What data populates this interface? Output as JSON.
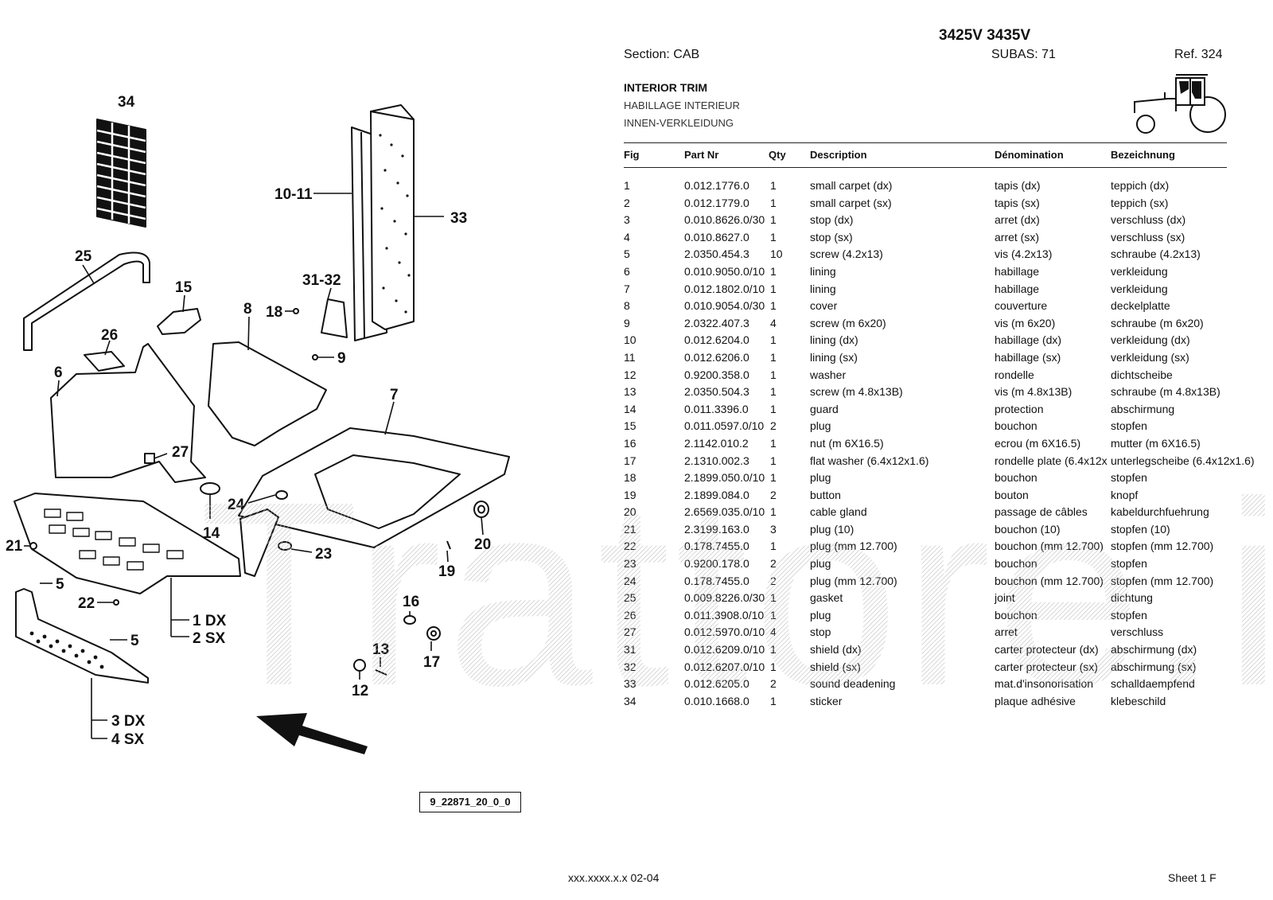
{
  "header": {
    "model": "3425V 3435V",
    "section": "Section: CAB",
    "subas": "SUBAS: 71",
    "ref": "Ref. 324"
  },
  "title": {
    "en": "INTERIOR TRIM",
    "fr": "HABILLAGE INTERIEUR",
    "de": "INNEN-VERKLEIDUNG"
  },
  "table": {
    "columns": [
      "Fig",
      "Part Nr",
      "Qty",
      "Description",
      "Dénomination",
      "Bezeichnung"
    ],
    "rows": [
      [
        "1",
        "0.012.1776.0",
        "1",
        "small carpet (dx)",
        "tapis (dx)",
        "teppich (dx)"
      ],
      [
        "2",
        "0.012.1779.0",
        "1",
        "small carpet (sx)",
        "tapis (sx)",
        "teppich (sx)"
      ],
      [
        "3",
        "0.010.8626.0/30",
        "1",
        "stop (dx)",
        "arret (dx)",
        "verschluss (dx)"
      ],
      [
        "4",
        "0.010.8627.0",
        "1",
        "stop (sx)",
        "arret (sx)",
        "verschluss (sx)"
      ],
      [
        "5",
        "2.0350.454.3",
        "10",
        "screw (4.2x13)",
        "vis (4.2x13)",
        "schraube (4.2x13)"
      ],
      [
        "6",
        "0.010.9050.0/10",
        "1",
        "lining",
        "habillage",
        "verkleidung"
      ],
      [
        "7",
        "0.012.1802.0/10",
        "1",
        "lining",
        "habillage",
        "verkleidung"
      ],
      [
        "8",
        "0.010.9054.0/30",
        "1",
        "cover",
        "couverture",
        "deckelplatte"
      ],
      [
        "9",
        "2.0322.407.3",
        "4",
        "screw (m 6x20)",
        "vis (m 6x20)",
        "schraube (m 6x20)"
      ],
      [
        "10",
        "0.012.6204.0",
        "1",
        "lining (dx)",
        "habillage (dx)",
        "verkleidung (dx)"
      ],
      [
        "11",
        "0.012.6206.0",
        "1",
        "lining (sx)",
        "habillage (sx)",
        "verkleidung (sx)"
      ],
      [
        "12",
        "0.9200.358.0",
        "1",
        "washer",
        "rondelle",
        "dichtscheibe"
      ],
      [
        "13",
        "2.0350.504.3",
        "1",
        "screw (m 4.8x13B)",
        "vis (m 4.8x13B)",
        "schraube (m 4.8x13B)"
      ],
      [
        "14",
        "0.011.3396.0",
        "1",
        "guard",
        "protection",
        "abschirmung"
      ],
      [
        "15",
        "0.011.0597.0/10",
        "2",
        "plug",
        "bouchon",
        "stopfen"
      ],
      [
        "16",
        "2.1142.010.2",
        "1",
        "nut (m 6X16.5)",
        "ecrou (m 6X16.5)",
        "mutter (m 6X16.5)"
      ],
      [
        "17",
        "2.1310.002.3",
        "1",
        "flat washer (6.4x12x1.6)",
        "rondelle plate (6.4x12x",
        "unterlegscheibe (6.4x12x1.6)"
      ],
      [
        "18",
        "2.1899.050.0/10",
        "1",
        "plug",
        "bouchon",
        "stopfen"
      ],
      [
        "19",
        "2.1899.084.0",
        "2",
        "button",
        "bouton",
        "knopf"
      ],
      [
        "20",
        "2.6569.035.0/10",
        "1",
        "cable gland",
        "passage de câbles",
        "kabeldurchfuehrung"
      ],
      [
        "21",
        "2.3199.163.0",
        "3",
        "plug (10)",
        "bouchon (10)",
        "stopfen (10)"
      ],
      [
        "22",
        "0.178.7455.0",
        "1",
        "plug (mm 12.700)",
        "bouchon (mm 12.700)",
        "stopfen (mm 12.700)"
      ],
      [
        "23",
        "0.9200.178.0",
        "2",
        "plug",
        "bouchon",
        "stopfen"
      ],
      [
        "24",
        "0.178.7455.0",
        "2",
        "plug (mm 12.700)",
        "bouchon (mm 12.700)",
        "stopfen (mm 12.700)"
      ],
      [
        "25",
        "0.009.8226.0/30",
        "1",
        "gasket",
        "joint",
        "dichtung"
      ],
      [
        "26",
        "0.011.3908.0/10",
        "1",
        "plug",
        "bouchon",
        "stopfen"
      ],
      [
        "27",
        "0.012.5970.0/10",
        "4",
        "stop",
        "arret",
        "verschluss"
      ],
      [
        "31",
        "0.012.6209.0/10",
        "1",
        "shield (dx)",
        "carter protecteur (dx)",
        "abschirmung (dx)"
      ],
      [
        "32",
        "0.012.6207.0/10",
        "1",
        "shield (sx)",
        "carter protecteur (sx)",
        "abschirmung (sx)"
      ],
      [
        "33",
        "0.012.6205.0",
        "2",
        "sound deadening",
        "mat.d'insonorisation",
        "schalldaempfend"
      ],
      [
        "34",
        "0.010.1668.0",
        "1",
        "sticker",
        "plaque adhésive",
        "klebeschild"
      ]
    ]
  },
  "diagram": {
    "image_code": "9_22871_20_0_0",
    "labels": {
      "l34": "34",
      "l10_11": "10-11",
      "l33": "33",
      "l25": "25",
      "l15": "15",
      "l31_32": "31-32",
      "l18": "18",
      "l9": "9",
      "l8": "8",
      "l26": "26",
      "l6": "6",
      "l7": "7",
      "l27": "27",
      "l24": "24",
      "l14": "14",
      "l20": "20",
      "l21": "21",
      "l23": "23",
      "l19": "19",
      "l5a": "5",
      "l22": "22",
      "l1dx": "1 DX",
      "l2sx": "2 SX",
      "l5b": "5",
      "l16": "16",
      "l13": "13",
      "l17": "17",
      "l12": "12",
      "l3dx": "3 DX",
      "l4sx": "4 SX"
    }
  },
  "watermark": "Trattore.it",
  "footer": {
    "code": "xxx.xxxx.x.x  02-04",
    "sheet": "Sheet 1 F"
  }
}
